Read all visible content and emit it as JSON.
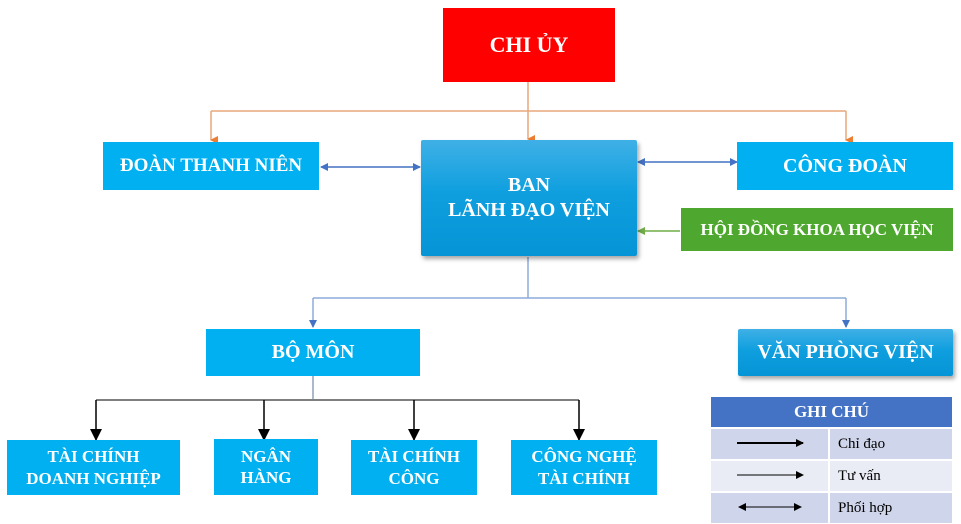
{
  "diagram": {
    "top": {
      "label": "CHI ỦY",
      "color": "#ff0000"
    },
    "level2": {
      "left": {
        "label": "ĐOÀN THANH NIÊN"
      },
      "center": {
        "line1": "BAN",
        "line2": "LÃNH ĐẠO VIỆN"
      },
      "right": {
        "label": "CÔNG ĐOÀN"
      },
      "advisory": {
        "label": "HỘI ĐỒNG KHOA HỌC VIỆN",
        "color": "#4ea72e"
      }
    },
    "level3": {
      "left": {
        "label": "BỘ MÔN"
      },
      "right": {
        "label": "VĂN PHÒNG VIỆN"
      }
    },
    "departments": [
      {
        "line1": "TÀI CHÍNH",
        "line2": "DOANH NGHIỆP"
      },
      {
        "line1": "NGÂN",
        "line2": "HÀNG"
      },
      {
        "line1": "TÀI CHÍNH",
        "line2": "CÔNG"
      },
      {
        "line1": "CÔNG NGHỆ",
        "line2": "TÀI CHÍNH"
      }
    ],
    "colors": {
      "unit_fill": "#00b0f0",
      "directive_connector": "#ed7d31",
      "leadership_connector": "#4472c4",
      "coordination_connector": "#4472c4",
      "advisory_connector": "#70ad47",
      "department_connector": "#000000"
    }
  },
  "legend": {
    "title": "GHI CHÚ",
    "items": [
      {
        "symbol": "thick-arrow",
        "label": "Chỉ đạo"
      },
      {
        "symbol": "thin-arrow",
        "label": "Tư vấn"
      },
      {
        "symbol": "double-arrow",
        "label": "Phối hợp"
      }
    ],
    "header_color": "#4472c4"
  }
}
